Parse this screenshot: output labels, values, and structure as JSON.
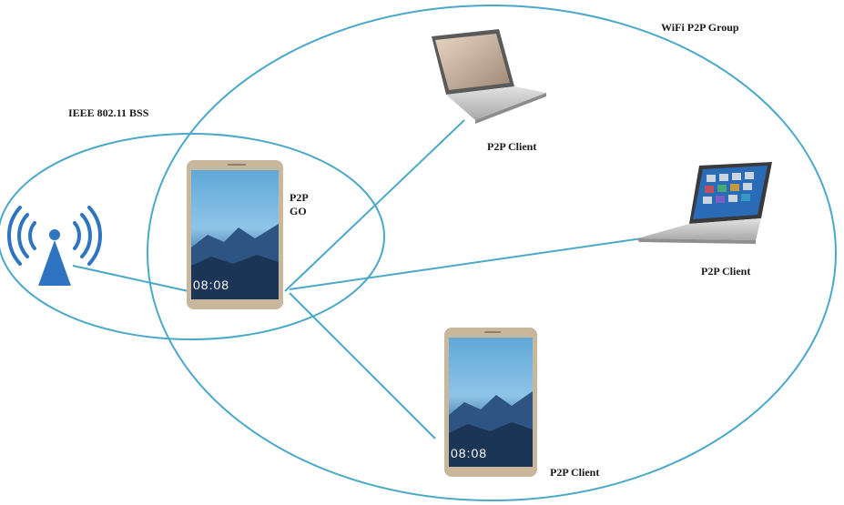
{
  "diagram": {
    "group_label": "WiFi P2P Group",
    "bss_label": "IEEE 802.11 BSS",
    "go_label_line1": "P2P",
    "go_label_line2": "GO",
    "client_top_laptop_label": "P2P Client",
    "client_right_laptop_label": "P2P Client",
    "client_phone_label": "P2P Client",
    "phone_clock": "08:08",
    "colors": {
      "link": "#4aa8c8",
      "access_point": "#2f74c0",
      "phone_frame": "#c8b79a",
      "laptop_silver": "#c9c9c9"
    },
    "icons": [
      "access-point-icon",
      "phone-icon",
      "laptop-icon"
    ]
  }
}
